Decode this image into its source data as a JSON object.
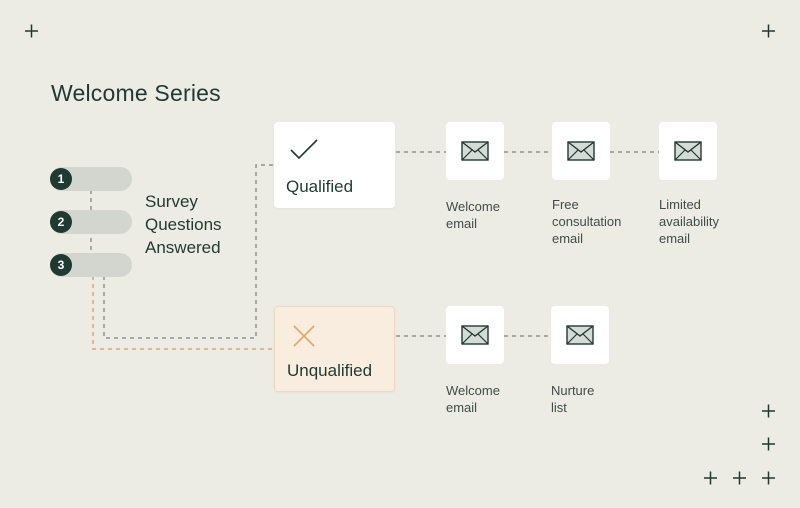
{
  "title": "Welcome Series",
  "steps": [
    "1",
    "2",
    "3"
  ],
  "survey_label": [
    "Survey",
    "Questions",
    "Answered"
  ],
  "qualified": {
    "label": "Qualified",
    "icon": "check-icon",
    "emails": [
      {
        "lines": [
          "Welcome",
          "email"
        ]
      },
      {
        "lines": [
          "Free",
          "consultation",
          "email"
        ]
      },
      {
        "lines": [
          "Limited",
          "availability",
          "email"
        ]
      }
    ]
  },
  "unqualified": {
    "label": "Unqualified",
    "icon": "x-icon",
    "emails": [
      {
        "lines": [
          "Welcome",
          "email"
        ]
      },
      {
        "lines": [
          "Nurture",
          "list"
        ]
      }
    ]
  },
  "colors": {
    "background": "#ecebe4",
    "dark": "#1f3a32",
    "accent_orange": "#e5a466",
    "dashed_gray": "#8f948f"
  }
}
